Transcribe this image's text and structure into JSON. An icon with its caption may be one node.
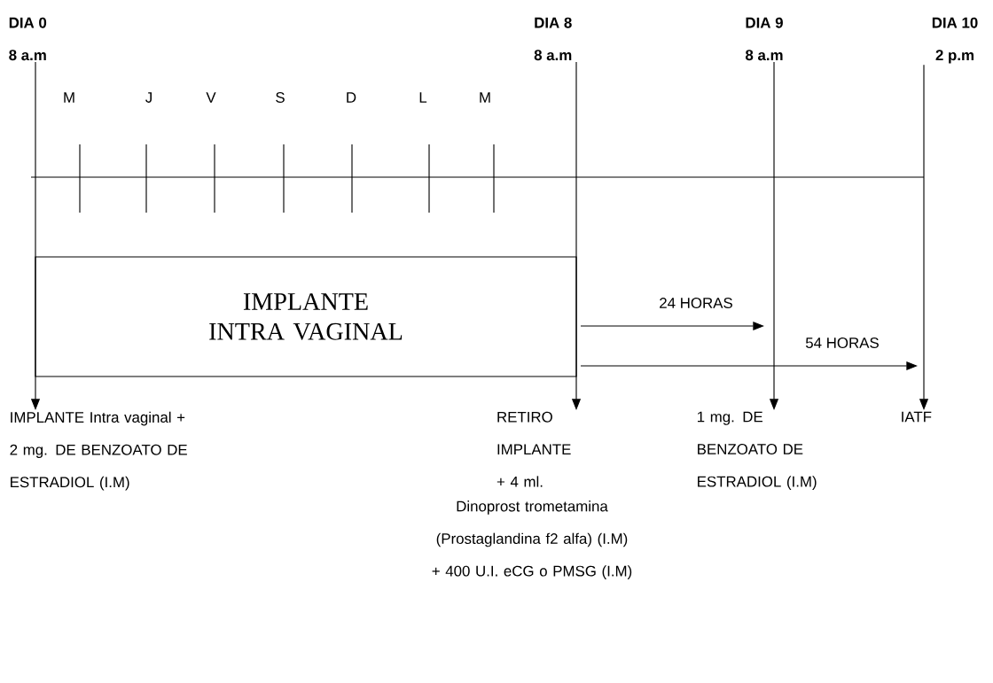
{
  "diagram": {
    "nodes": [
      {
        "text": [
          "DIA 0",
          "8 a.m"
        ]
      },
      {
        "text": [
          "DIA 8",
          "8 a.m"
        ]
      },
      {
        "text": [
          "DIA 9",
          "8 a.m"
        ]
      },
      {
        "text": [
          "DIA 10",
          "2 p.m"
        ]
      },
      {
        "text": [
          "IMPLANTE INTRA VAGINAL"
        ]
      },
      {
        "text": [
          "IMPLANTE Intra vaginal + 2 mg. DE BENZOATO DE ESTRADIOL (I.M)"
        ]
      },
      {
        "text": [
          "RETIRO IMPLANTE + 4 ml.",
          "Dinoprost trometamina (Prostaglandina f2 alfa) (I.M) + 400 U.I. eCG o PMSG (I.M)"
        ]
      },
      {
        "text": [
          "1 mg. DE BENZOATO DE ESTRADIOL (I.M)"
        ]
      },
      {
        "text": [
          "IATF"
        ]
      }
    ],
    "edges": [
      {
        "from": 0,
        "to": 5,
        "arrow": "to"
      },
      {
        "from": 1,
        "to": 6,
        "arrow": "to"
      },
      {
        "from": 2,
        "to": 7,
        "arrow": "to"
      },
      {
        "from": 3,
        "to": 8,
        "arrow": "to"
      }
    ],
    "labels": [
      "M",
      "J",
      "V",
      "S",
      "D",
      "L",
      "M",
      "24 HORAS",
      "54 HORAS"
    ]
  }
}
